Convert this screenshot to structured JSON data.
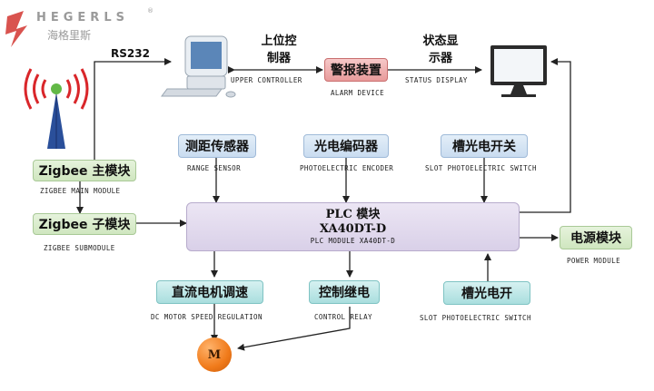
{
  "logo": {
    "name_en": "HEGERLS",
    "name_zh": "海格里斯",
    "registered": "®"
  },
  "link_label": "RS232",
  "upper_controller": {
    "label_zh_line1": "上位控",
    "label_zh_line2": "制器",
    "caption": "UPPER CONTROLLER"
  },
  "alarm_device": {
    "label": "警报装置",
    "caption": "ALARM DEVICE"
  },
  "status_display": {
    "label_zh_line1": "状态显",
    "label_zh_line2": "示器",
    "caption": "STATUS DISPLAY"
  },
  "zigbee_main": {
    "label": "Zigbee 主模块",
    "caption": "ZIGBEE MAIN MODULE"
  },
  "zigbee_sub": {
    "label": "Zigbee 子模块",
    "caption": "ZIGBEE SUBMODULE"
  },
  "range_sensor": {
    "label": "测距传感器",
    "caption": "RANGE SENSOR"
  },
  "photo_encoder": {
    "label": "光电编码器",
    "caption": "PHOTOELECTRIC ENCODER"
  },
  "slot_switch_top": {
    "label": "槽光电开关",
    "caption": "SLOT PHOTOELECTRIC SWITCH"
  },
  "plc": {
    "line1": "PLC 模块",
    "line2": "XA40DT-D",
    "caption": "PLC MODULE XA40DT-D"
  },
  "power_module": {
    "label": "电源模块",
    "caption": "POWER MODULE"
  },
  "dc_motor": {
    "label": "直流电机调速",
    "caption": "DC MOTOR SPEED REGULATION"
  },
  "control_relay": {
    "label": "控制继电",
    "caption": "CONTROL RELAY"
  },
  "slot_switch_bottom": {
    "label": "槽光电开",
    "caption": "SLOT PHOTOELECTRIC SWITCH"
  },
  "motor": {
    "label": "M"
  },
  "colors": {
    "logo_red": "#d9534f",
    "logo_gray": "#9a9a9a",
    "arrow": "#222222",
    "motor": "#f07a1a"
  }
}
